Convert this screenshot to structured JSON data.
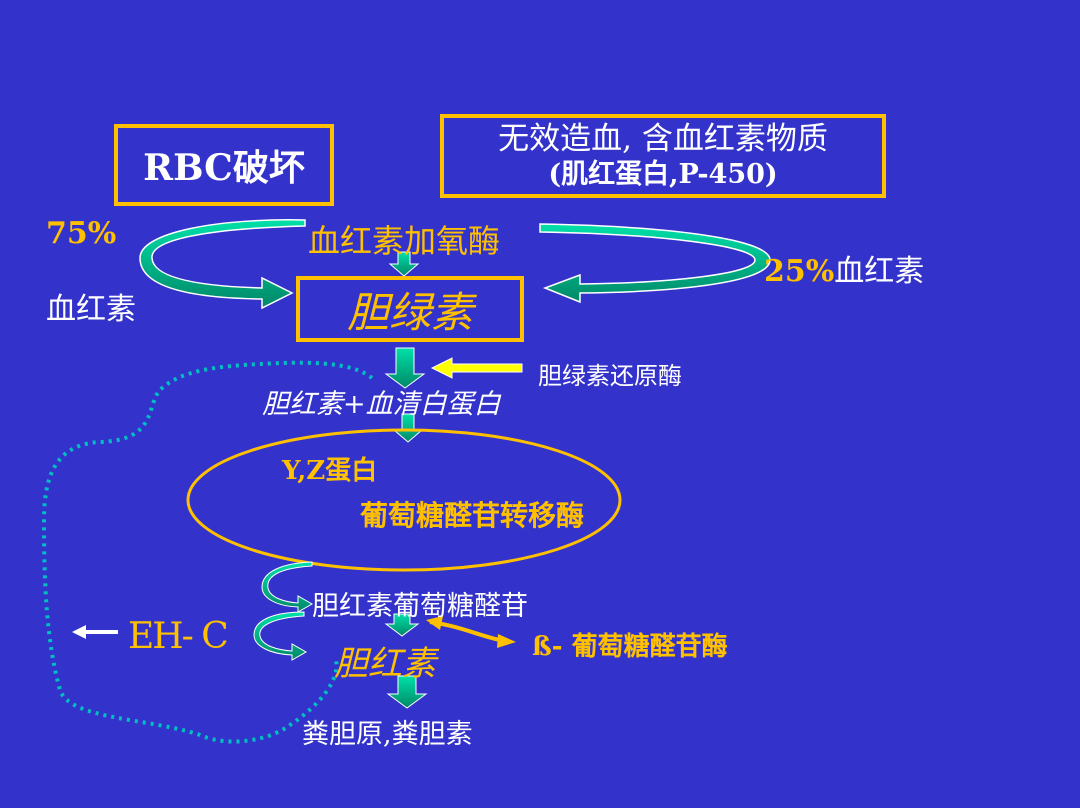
{
  "boxes": {
    "rbc": "RBC破坏",
    "ineffective_line1": "无效造血, 含血红素物质",
    "ineffective_line2": "(肌红蛋白,P-450)",
    "biliverdin": "胆绿素"
  },
  "labels": {
    "pct75": "75%",
    "heme_left": "血红素",
    "heme_oxygenase": "血红素加氧酶",
    "pct25": "25%",
    "heme_right": "血红素",
    "biliverdin_reductase": "胆绿素还原酶",
    "bilirubin_albumin": "胆红素+血清白蛋白",
    "yz_protein": "Y,Z蛋白",
    "glucuronyl_transferase": "葡萄糖醛苷转移酶",
    "bilirubin_glucuronide": "胆红素葡萄糖醛苷",
    "ehc": "EH- C",
    "bilirubin": "胆红素",
    "beta_glucuronidase": "ß- 葡萄糖醛苷酶",
    "stercobilinogen": "粪胆原,粪胆素"
  },
  "colors": {
    "background": "#3333cc",
    "box_border": "#ffc000",
    "arrow_green": "#00c08c",
    "dotted_path": "#00c0c0",
    "reductase_arrow": "#ffff00"
  }
}
